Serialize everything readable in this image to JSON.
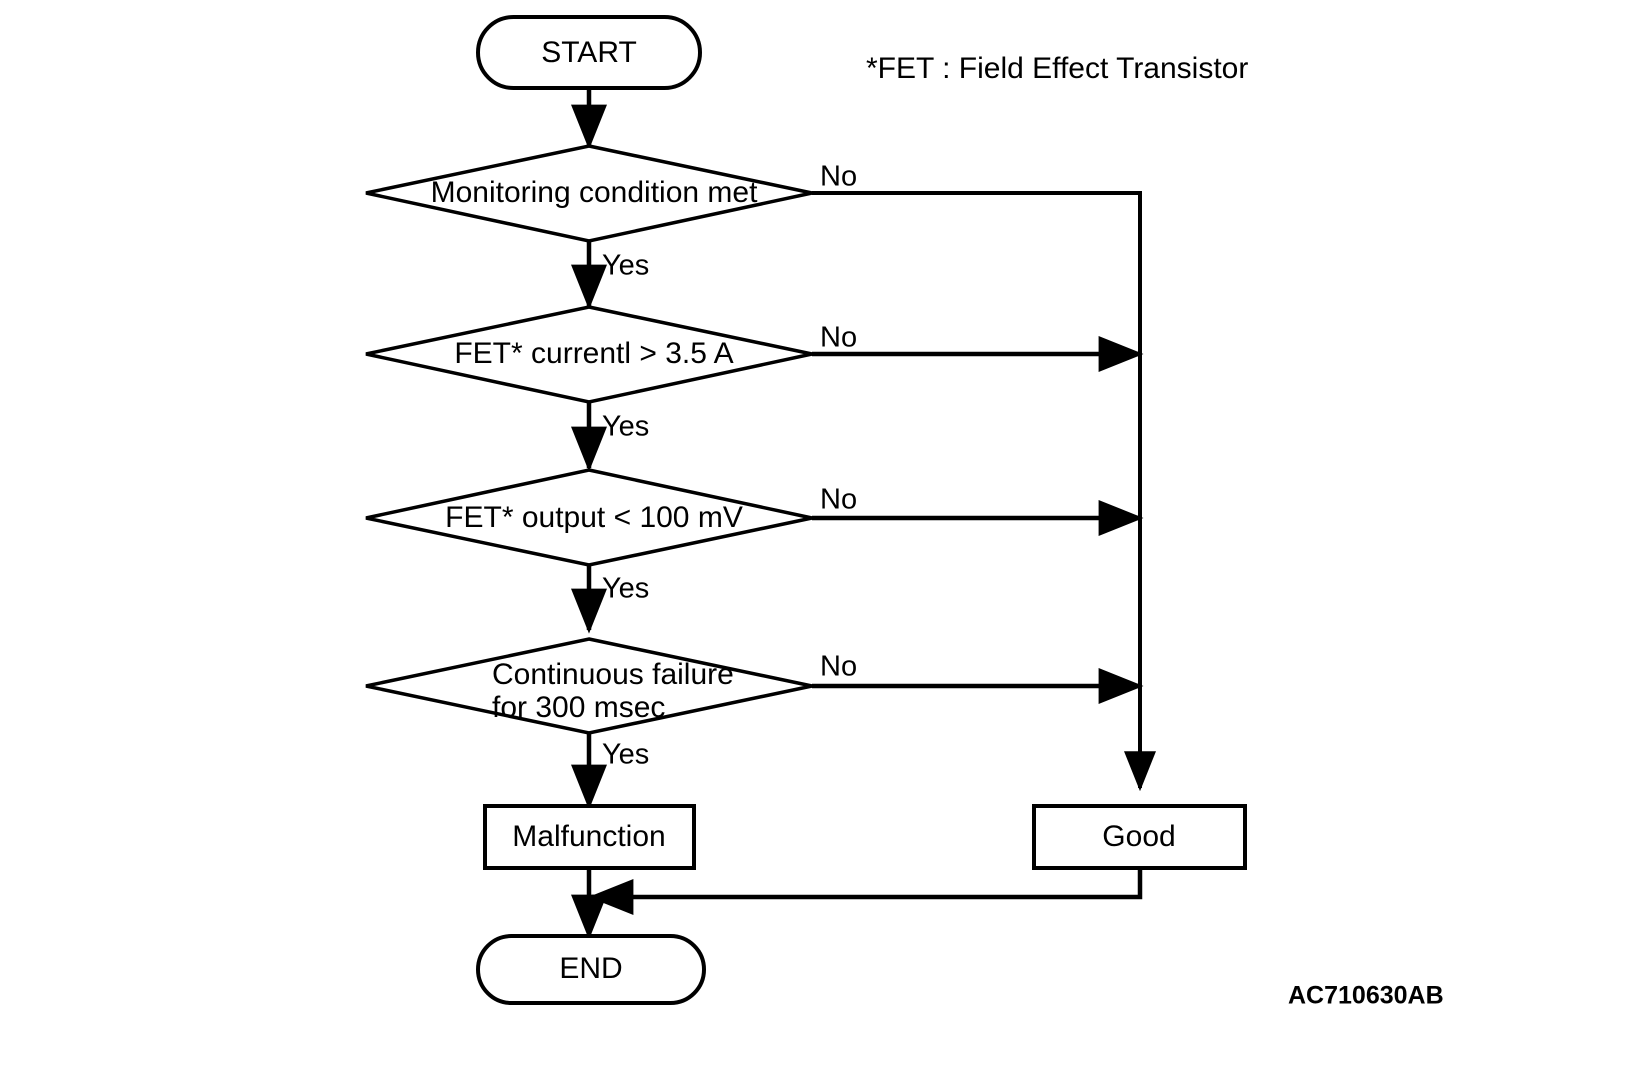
{
  "diagram": {
    "title": "FET monitoring logic flowchart",
    "reference_code": "AC710630AB",
    "footnote": "*FET : Field Effect Transistor",
    "colors": {
      "stroke": "#000000",
      "fill": "#ffffff",
      "background": "#ffffff"
    },
    "nodes": {
      "start": {
        "label": "START",
        "shape": "terminator"
      },
      "decision_1": {
        "label": "Monitoring condition met",
        "shape": "decision"
      },
      "decision_2": {
        "label": "FET* currentl > 3.5 A",
        "shape": "decision"
      },
      "decision_3": {
        "label": "FET* output < 100 mV",
        "shape": "decision"
      },
      "decision_4": {
        "label_line_1": "Continuous failure",
        "label_line_2": "for 300 msec",
        "shape": "decision"
      },
      "malfunction": {
        "label": "Malfunction",
        "shape": "process"
      },
      "good": {
        "label": "Good",
        "shape": "process"
      },
      "end": {
        "label": "END",
        "shape": "terminator"
      }
    },
    "edge_labels": {
      "yes_1": "Yes",
      "yes_2": "Yes",
      "yes_3": "Yes",
      "yes_4": "Yes",
      "no_1": "No",
      "no_2": "No",
      "no_3": "No",
      "no_4": "No"
    }
  }
}
